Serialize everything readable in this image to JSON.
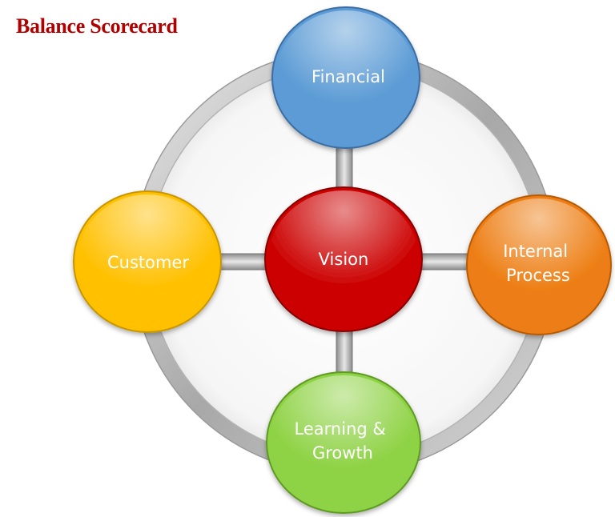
{
  "title": "Balance Scorecard",
  "center": {
    "lines": [
      "Vision"
    ],
    "color": "#cc0000"
  },
  "perspectives": [
    {
      "id": "financial",
      "lines": [
        "Financial"
      ],
      "color": "#5b9bd5"
    },
    {
      "id": "internal-process",
      "lines": [
        "Internal",
        "Process"
      ],
      "color": "#ed7d12"
    },
    {
      "id": "learning-growth",
      "lines": [
        "Learning &",
        "Growth"
      ],
      "color": "#8ed244"
    },
    {
      "id": "customer",
      "lines": [
        "Customer"
      ],
      "color": "#ffc000"
    }
  ]
}
